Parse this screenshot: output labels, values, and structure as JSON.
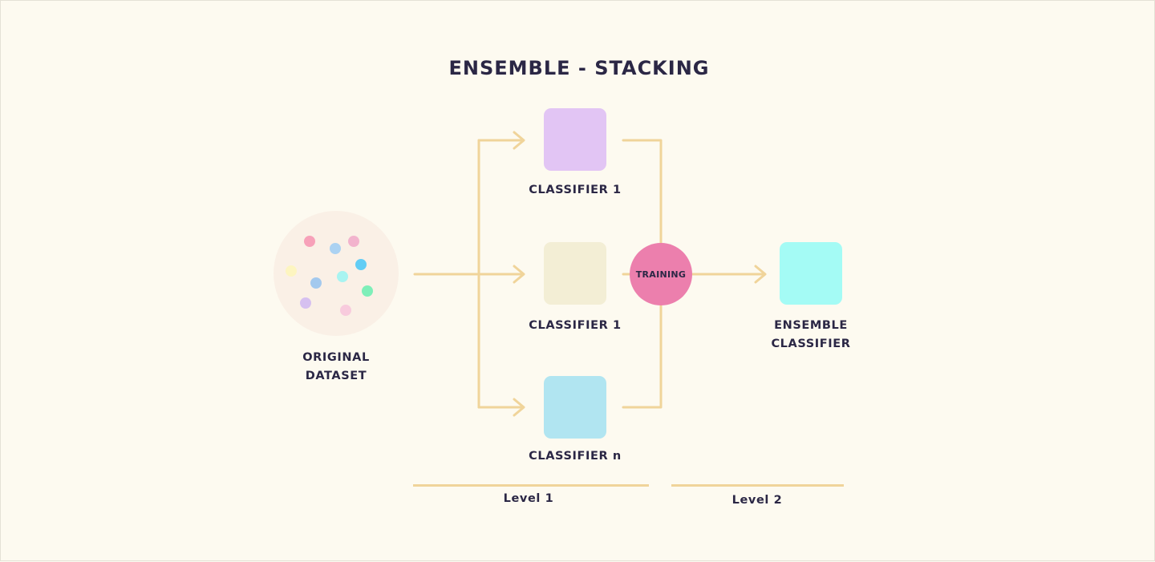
{
  "title": "ENSEMBLE - STACKING",
  "dataset": {
    "label_line1": "ORIGINAL",
    "label_line2": "DATASET",
    "dot_colors": [
      "#f7a1b9",
      "#f2b3cd",
      "#abd2f2",
      "#fdf5c0",
      "#62cdf5",
      "#a3c9ee",
      "#a8f4f1",
      "#7eefb9",
      "#d6c0f0",
      "#f8cbdd"
    ]
  },
  "classifiers": [
    {
      "label": "CLASSIFIER 1",
      "color": "#e2c5f4"
    },
    {
      "label": "CLASSIFIER 1",
      "color": "#f3eed5"
    },
    {
      "label": "CLASSIFIER n",
      "color": "#b1e5f1"
    }
  ],
  "training": {
    "label": "TRAINING",
    "color": "#ec7fad"
  },
  "ensemble": {
    "label_line1": "ENSEMBLE",
    "label_line2": "CLASSIFIER",
    "color": "#a4fbf5"
  },
  "levels": {
    "level1": "Level 1",
    "level2": "Level 2"
  },
  "colors": {
    "background": "#fdfaf0",
    "connector": "#f0d49a",
    "text": "#2b2745"
  }
}
